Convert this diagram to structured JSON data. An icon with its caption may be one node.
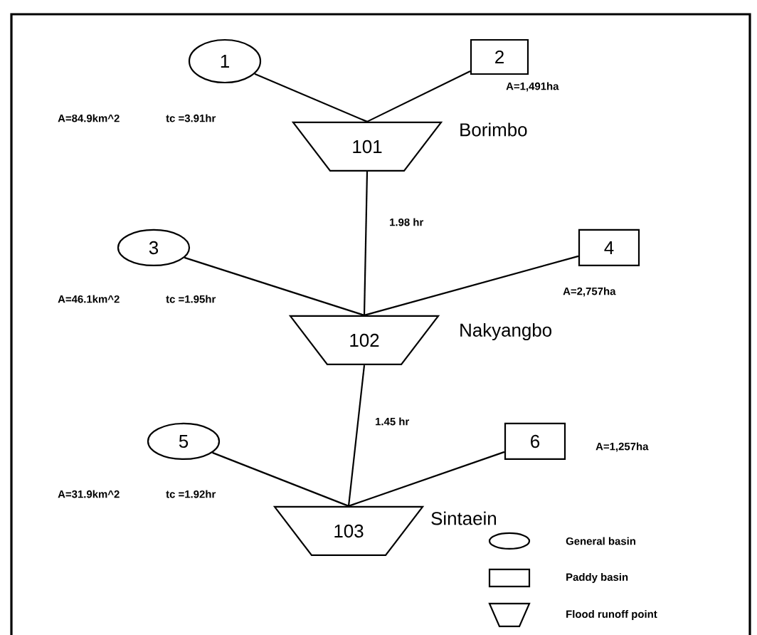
{
  "diagram": {
    "nodes": [
      {
        "text": [
          "1"
        ]
      },
      {
        "text": [
          "2"
        ]
      },
      {
        "text": [
          "101"
        ],
        "beside": [
          "Borimbo"
        ]
      },
      {
        "text": [
          "3"
        ]
      },
      {
        "text": [
          "4"
        ]
      },
      {
        "text": [
          "102"
        ],
        "beside": [
          "Nakyangbo"
        ]
      },
      {
        "text": [
          "5"
        ]
      },
      {
        "text": [
          "6"
        ]
      },
      {
        "text": [
          "103"
        ],
        "beside": [
          "Sintaein"
        ]
      }
    ],
    "edges": [
      {
        "from": 0,
        "to": 2,
        "arrow": "none"
      },
      {
        "from": 1,
        "to": 2,
        "arrow": "none"
      },
      {
        "from": 2,
        "to": 5,
        "arrow": "none",
        "label": "1.98  hr"
      },
      {
        "from": 3,
        "to": 5,
        "arrow": "none"
      },
      {
        "from": 4,
        "to": 5,
        "arrow": "none"
      },
      {
        "from": 5,
        "to": 8,
        "arrow": "none",
        "label": "1.45  hr"
      },
      {
        "from": 6,
        "to": 8,
        "arrow": "none"
      },
      {
        "from": 7,
        "to": 8,
        "arrow": "none"
      }
    ],
    "labels": [
      "A=84.9km^2",
      "tc =3.91hr",
      "A=1,491ha",
      "A=46.1km^2",
      "tc =1.95hr",
      "A=2,757ha",
      "A=31.9km^2",
      "tc =1.92hr",
      "A=1,257ha"
    ],
    "legend": [
      {
        "text": "General basin"
      },
      {
        "text": "Paddy basin"
      },
      {
        "text": "Flood runoff point"
      }
    ]
  }
}
